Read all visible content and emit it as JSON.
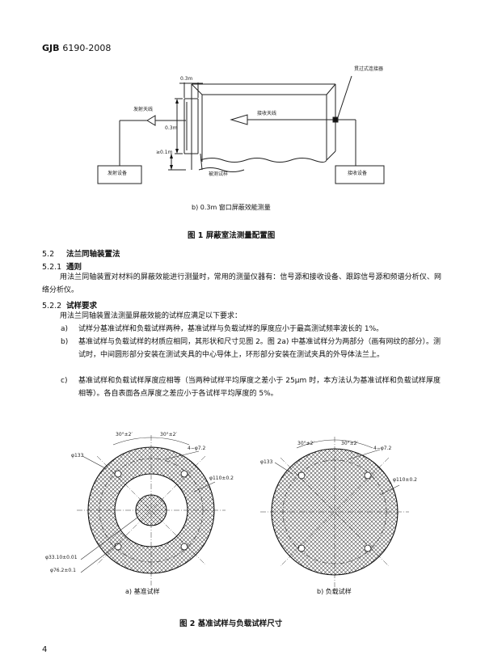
{
  "header": {
    "std_code": "GJB",
    "std_number": "6190-2008"
  },
  "figure1": {
    "labels": {
      "dim_03m_top": "0.3m",
      "transmit_antenna": "发射天线",
      "dim_03m_side": "0.3m",
      "dim_ge01m": "≥0.1m",
      "receive_antenna": "接收天线",
      "connector": "贯过式连接器",
      "sample": "被测试样",
      "transmit_device": "发射设备",
      "receive_device": "接收设备"
    },
    "sub_caption": "b)   0.3m 窗口屏蔽效能测量",
    "caption": "图 1    屏蔽室法测量配置图"
  },
  "sections": {
    "s52_num": "5.2",
    "s52_title": "法兰同轴装置法",
    "s521_num": "5.2.1",
    "s521_title": "通则",
    "s521_text": "用法兰同轴装置对材料的屏蔽效能进行测量时，常用的测量仪器有：信号源和接收设备、跟踪信号源和频谱分析仪、网络分析仪。",
    "s522_num": "5.2.2",
    "s522_title": "试样要求",
    "s522_intro": "用法兰同轴装置法测量屏蔽效能的试样应满足以下要求：",
    "item_a_mark": "a)",
    "item_a": "试样分基准试样和负载试样两种，基准试样与负载试样的厚度应小于最高测试频率波长的 1%。",
    "item_b_mark": "b)",
    "item_b": "基准试样与负载试样的材质应相同，其形状和尺寸见图 2。图 2a) 中基准试样分为两部分（画有网纹的部分）。测试时，中间圆形部分安装在测试夹具的中心导体上，环形部分安装在测试夹具的外导体法兰上。",
    "item_c_mark": "c)",
    "item_c": "基准试样和负载试样厚度应相等（当两种试样平均厚度之差小于 25μm 时，本方法认为基准试样和负载试样厚度相等）。各自表面各点厚度之差应小于各试样平均厚度的 5%。"
  },
  "figure2": {
    "a": {
      "angle1": "30°±2′",
      "angle2": "30°±2′",
      "holes": "4−φ7.2",
      "d133": "φ133",
      "d110": "φ110±0.2",
      "d33": "φ33.10±0.01",
      "d76": "φ76.2±0.1",
      "caption": "a)   基准试样"
    },
    "b": {
      "angle1": "30°±2′",
      "angle2": "30°±2′",
      "holes": "4−φ7.2",
      "d133": "φ133",
      "d110": "φ110±0.2",
      "caption": "b)   负载试样"
    },
    "caption": "图 2    基准试样与负载试样尺寸"
  },
  "footer": {
    "page_number": "4"
  }
}
